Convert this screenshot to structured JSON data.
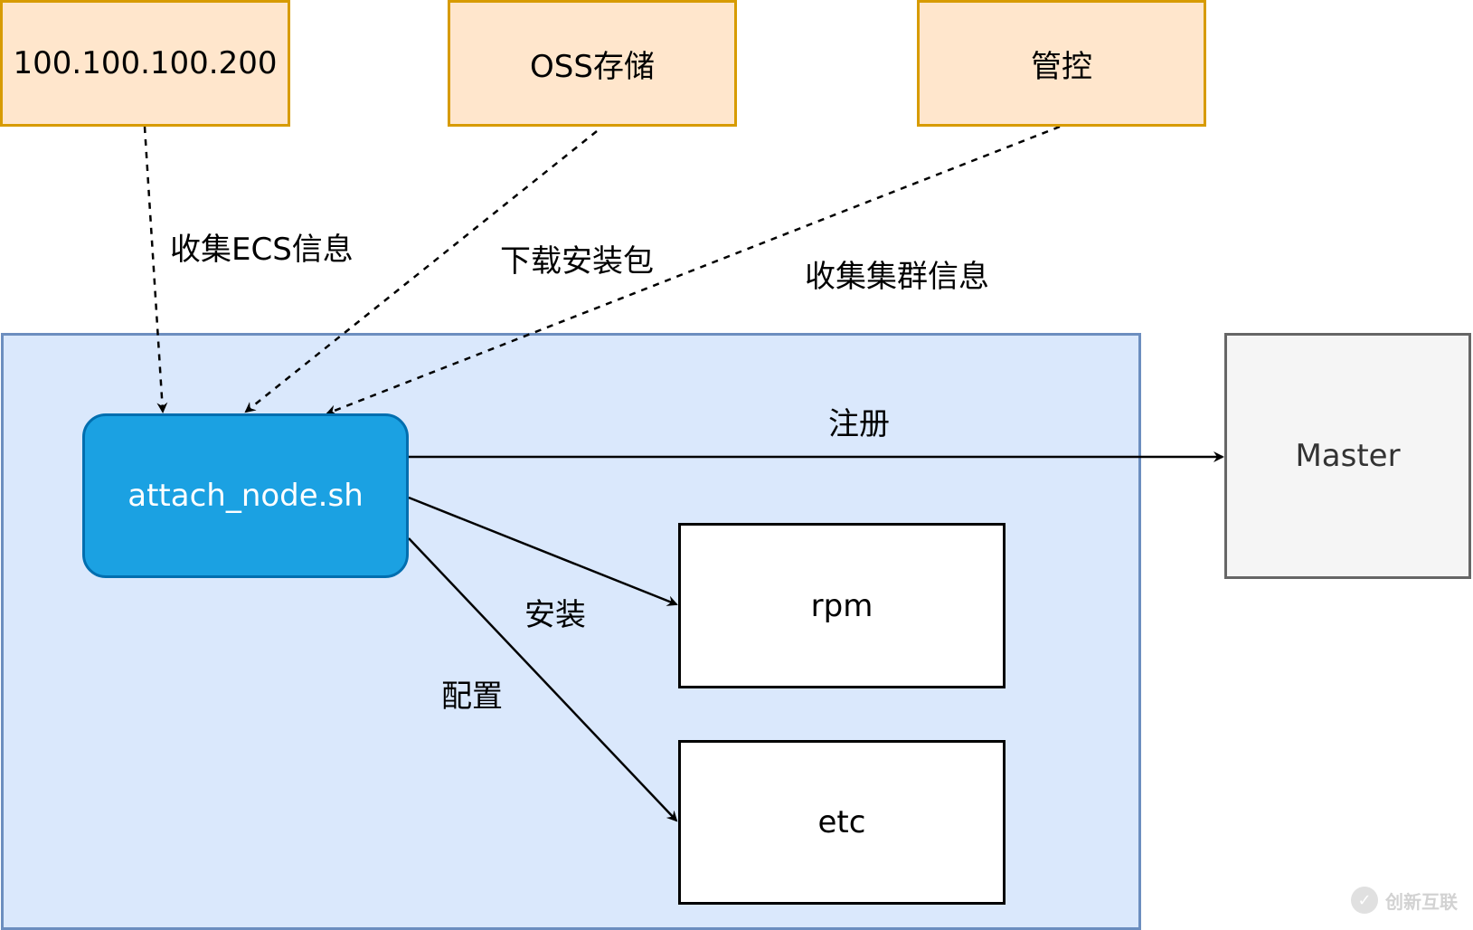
{
  "sources": {
    "metadata_ip": "100.100.100.200",
    "oss": "OSS存储",
    "control": "管控"
  },
  "edges": {
    "collect_ecs": "收集ECS信息",
    "download_pkg": "下载安装包",
    "collect_cluster": "收集集群信息",
    "register": "注册",
    "install": "安装",
    "configure": "配置"
  },
  "nodes": {
    "script": "attach_node.sh",
    "rpm": "rpm",
    "etc": "etc",
    "master": "Master"
  },
  "watermark": {
    "text": "创新互联",
    "icon": "logo-icon"
  },
  "colors": {
    "source_fill": "#ffe6cc",
    "source_border": "#d79b00",
    "zone_fill": "#dae8fc",
    "zone_border": "#6c8ebf",
    "script_fill": "#1ba1e2",
    "master_fill": "#f5f5f5"
  }
}
